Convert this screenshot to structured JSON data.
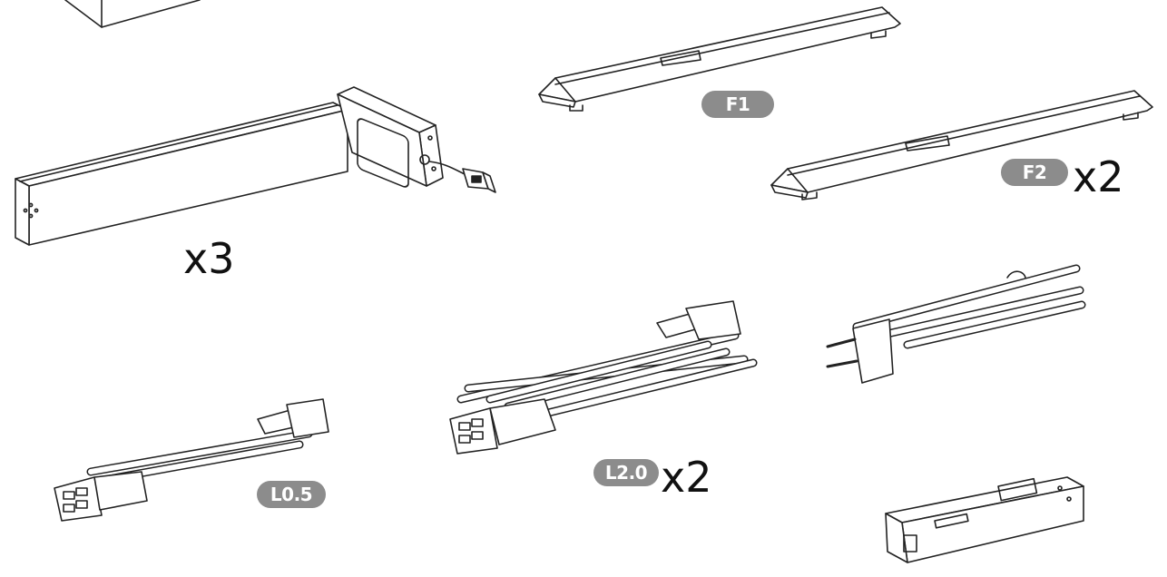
{
  "colors": {
    "line": "#222222",
    "badge": "#8c8c8c",
    "text": "#111111"
  },
  "parts": {
    "leg": {
      "qty": "x3",
      "icons": [
        "control-box-icon",
        "connector-plug-icon"
      ]
    },
    "foot_f1": {
      "label": "F1"
    },
    "foot_f2": {
      "label": "F2",
      "qty": "x2"
    },
    "cable_l05": {
      "label": "L0.5"
    },
    "cable_l20": {
      "label": "L2.0",
      "qty": "x2"
    },
    "power_cord": {
      "icon": "power-plug-icon"
    },
    "control_unit": {
      "icon": "control-unit-icon"
    }
  }
}
